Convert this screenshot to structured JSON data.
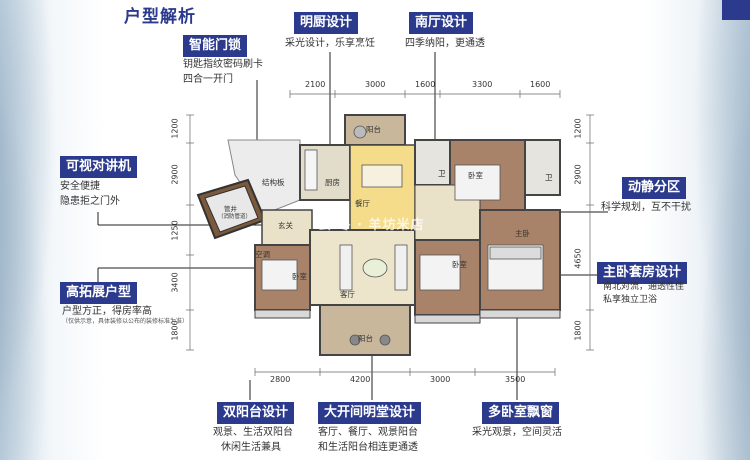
{
  "title": "户型解析",
  "features": [
    {
      "id": "smart-lock",
      "label": "智能门锁",
      "desc": [
        "钥匙指纹密码刷卡",
        "四合一开门"
      ]
    },
    {
      "id": "bright-kitchen",
      "label": "明厨设计",
      "desc": [
        "采光设计，乐享烹饪"
      ]
    },
    {
      "id": "south-hall",
      "label": "南厅设计",
      "desc": [
        "四季纳阳，更通透"
      ]
    },
    {
      "id": "intercom",
      "label": "可视对讲机",
      "desc": [
        "安全便捷",
        "隐患拒之门外"
      ]
    },
    {
      "id": "zoning",
      "label": "动静分区",
      "desc": [
        "科学规划，互不干扰"
      ]
    },
    {
      "id": "master-suite",
      "label": "主卧套房设计",
      "desc": [
        "南北对流，通透性佳",
        "私享独立卫浴"
      ]
    },
    {
      "id": "expansion",
      "label": "高拓展户型",
      "desc": [
        "户型方正，得房率高"
      ],
      "note": "（仅供示意，具体装修以公布的装修标准为准）"
    },
    {
      "id": "double-balcony",
      "label": "双阳台设计",
      "desc": [
        "观景、生活双阳台",
        "休闲生活兼具"
      ]
    },
    {
      "id": "open-hall",
      "label": "大开间明堂设计",
      "desc": [
        "客厅、餐厅、观景阳台",
        "和生活阳台相连更通透"
      ]
    },
    {
      "id": "bay-window",
      "label": "多卧室飘窗",
      "desc": [
        "采光观景，空间灵活"
      ]
    }
  ],
  "dimensions": {
    "top": [
      "2100",
      "3000",
      "1600",
      "3300",
      "1600"
    ],
    "bottom": [
      "2800",
      "4200",
      "3000",
      "3500"
    ],
    "left": [
      "1200",
      "2900",
      "1250",
      "3400",
      "1800"
    ],
    "right": [
      "1200",
      "2900",
      "4650",
      "1800"
    ]
  },
  "rooms": {
    "balcony_top": "阳台",
    "kitchen": "厨房",
    "dining": "餐厅",
    "bath1": "卫",
    "bath2": "卫",
    "bedroom_n": "卧室",
    "bedroom_w": "卧室",
    "bedroom_c": "卧室",
    "master": "主卧",
    "living": "客厅",
    "foyer": "玄关",
    "structural": "结构板",
    "ac": "空调",
    "balcony_bottom": "阳台",
    "shaft": "管井",
    "shaft_sub": "（消防管道）"
  },
  "watermark": "云 冬 · 羊坊米店",
  "colors": {
    "navy": "#2b3a8c",
    "floor_wood": "#a8836a",
    "floor_tile": "#e8e0c8",
    "wall": "#555555",
    "accent": "#f2c66a"
  }
}
